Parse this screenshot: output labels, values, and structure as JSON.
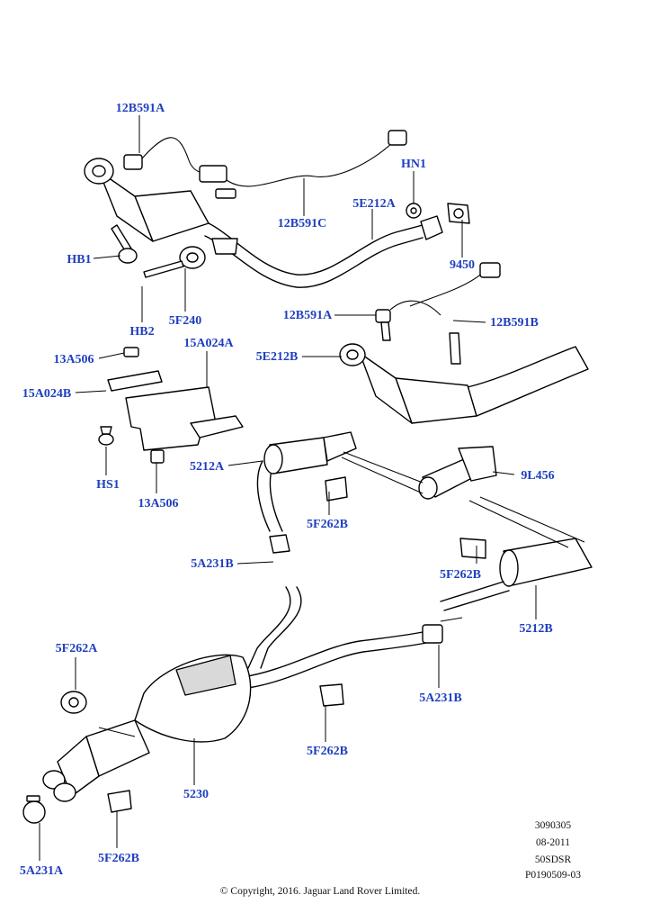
{
  "callouts": {
    "12B591A_top": "12B591A",
    "HN1": "HN1",
    "12B591C": "12B591C",
    "5E212A": "5E212A",
    "HB1": "HB1",
    "9450": "9450",
    "5F240": "5F240",
    "HB2": "HB2",
    "12B591A_mid": "12B591A",
    "12B591B": "12B591B",
    "15A024A": "15A024A",
    "13A506_top": "13A506",
    "5E212B": "5E212B",
    "15A024B": "15A024B",
    "HS1": "HS1",
    "13A506_bot": "13A506",
    "5212A": "5212A",
    "9L456": "9L456",
    "5F262B_1": "5F262B",
    "5A231B_left": "5A231B",
    "5F262B_2": "5F262B",
    "5212B": "5212B",
    "5F262A": "5F262A",
    "5A231B_right": "5A231B",
    "5F262B_3": "5F262B",
    "5230": "5230",
    "5F262B_4": "5F262B",
    "5A231A": "5A231A"
  },
  "meta": {
    "line1": "3090305",
    "line2": "08-2011",
    "line3": "50SDSR",
    "line4": "P0190509-03"
  },
  "copyright": "© Copyright, 2016. Jaguar Land Rover Limited."
}
